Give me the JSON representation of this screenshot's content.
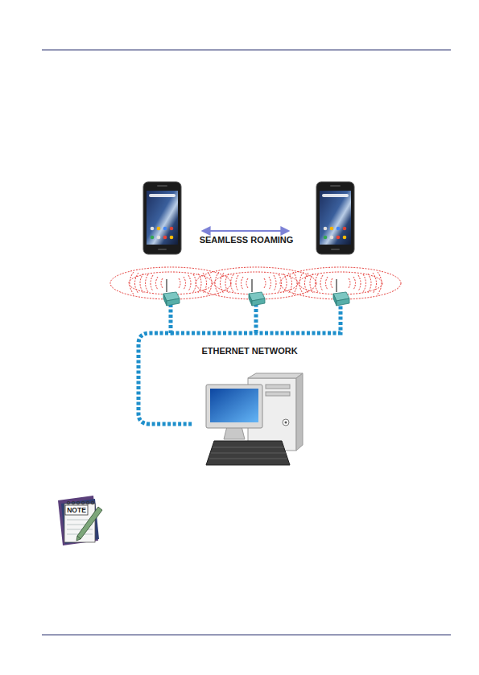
{
  "diagram": {
    "labels": [
      "SEAMLESS ROAMING",
      "ETHERNET NETWORK",
      "NOTE"
    ]
  }
}
